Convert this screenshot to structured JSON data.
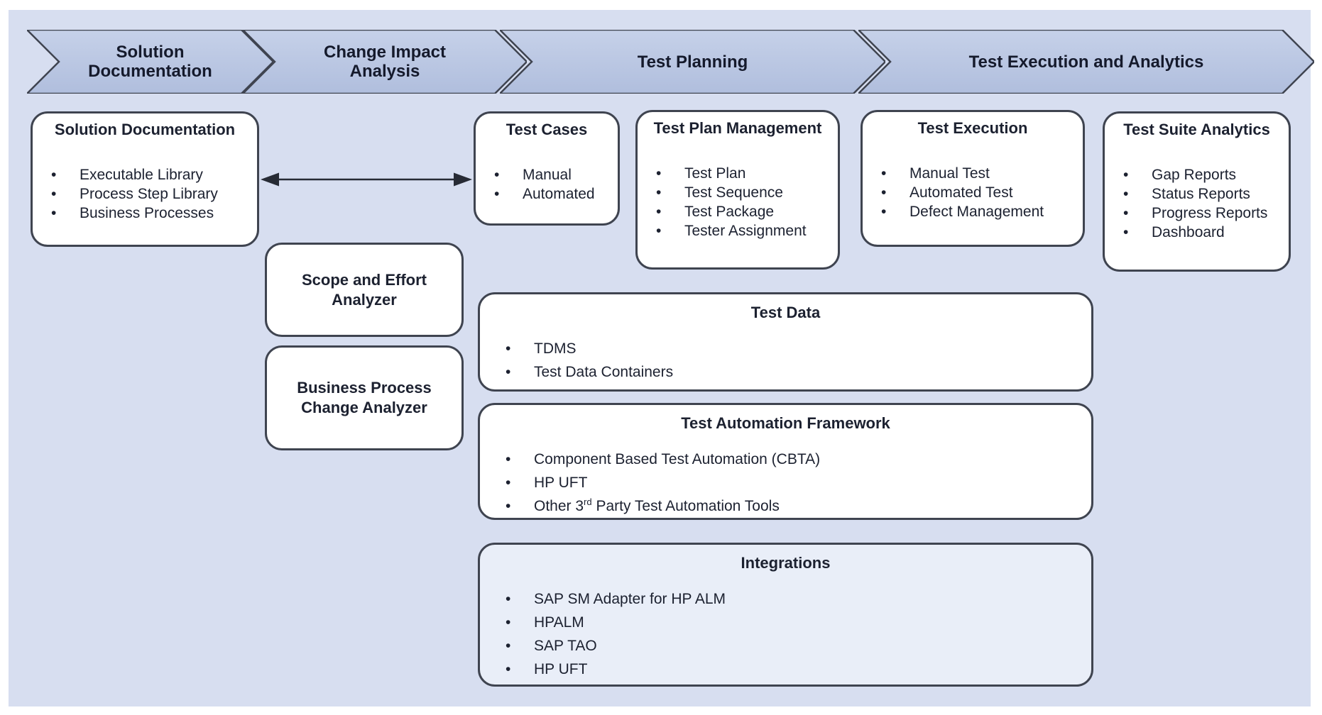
{
  "colors": {
    "page_margin": "#ffffff",
    "canvas_background": "#d7def0",
    "chevron_fill_top": "#c4cfe8",
    "chevron_fill_bottom": "#b2c0de",
    "outline": "#3f4450",
    "box_fill": "#ffffff",
    "integrations_box_fill": "#e9eef8",
    "text": "#1c2130"
  },
  "phases": [
    {
      "label": "Solution Documentation"
    },
    {
      "label": "Change Impact Analysis"
    },
    {
      "label": "Test Planning"
    },
    {
      "label": "Test Execution and Analytics"
    }
  ],
  "connector": {
    "type": "double-headed-arrow",
    "from": "Solution Documentation",
    "to": "Test Cases"
  },
  "boxes": {
    "solution_documentation": {
      "title": "Solution Documentation",
      "items": [
        "Executable Library",
        "Process Step Library",
        "Business Processes"
      ]
    },
    "test_cases": {
      "title": "Test Cases",
      "items": [
        "Manual",
        "Automated"
      ]
    },
    "test_plan_management": {
      "title": "Test Plan Management",
      "items": [
        "Test Plan",
        "Test Sequence",
        "Test Package",
        "Tester Assignment"
      ]
    },
    "test_execution": {
      "title": "Test Execution",
      "items": [
        "Manual Test",
        "Automated Test",
        "Defect Management"
      ]
    },
    "test_suite_analytics": {
      "title": "Test Suite Analytics",
      "items": [
        "Gap Reports",
        "Status Reports",
        "Progress Reports",
        "Dashboard"
      ]
    },
    "scope_and_effort_analyzer": {
      "title": "Scope and Effort Analyzer"
    },
    "business_process_change_analyzer": {
      "title": "Business Process Change Analyzer"
    },
    "test_data": {
      "title": "Test Data",
      "items": [
        "TDMS",
        "Test Data Containers"
      ]
    },
    "test_automation_framework": {
      "title": "Test Automation Framework",
      "items": [
        "Component Based Test Automation (CBTA)",
        "HP UFT",
        "Other 3rd Party Test Automation Tools"
      ]
    },
    "integrations": {
      "title": "Integrations",
      "items": [
        "SAP SM Adapter for HP ALM",
        "HPALM",
        "SAP TAO",
        "HP UFT"
      ]
    }
  }
}
